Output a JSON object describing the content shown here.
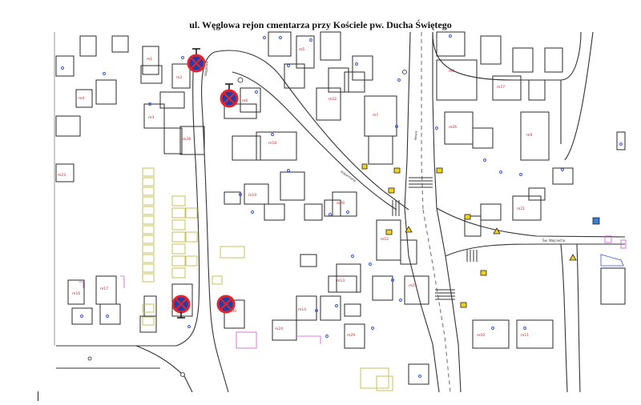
{
  "map": {
    "title": "ul. Węglowa rejon cmentarza przy Kościele pw. Ducha Świętego",
    "street_labels": [
      "Węglowa",
      "Kopalniana",
      "Nowa",
      "Św. Wojciecha"
    ],
    "parcel_labels": [
      "m1",
      "m2",
      "m3",
      "m4",
      "m5",
      "m6",
      "m7",
      "m8",
      "m9",
      "m10",
      "m11",
      "m12",
      "m13",
      "m14",
      "m15",
      "m16",
      "m17",
      "m18",
      "m19",
      "m20",
      "m21",
      "m22",
      "m23",
      "m24",
      "m25",
      "m26",
      "m27",
      "m28",
      "m29",
      "m30"
    ],
    "sign_icon": "no-stopping-sign",
    "colors": {
      "building": "#2a2a2a",
      "road": "#3a3a3a",
      "parcel_label": "#cc2222",
      "point": "#3355cc",
      "garden": "#c9c257",
      "fence": "#c65bd6",
      "sign_red": "#e5232b",
      "sign_blue": "#1f3fae"
    }
  }
}
